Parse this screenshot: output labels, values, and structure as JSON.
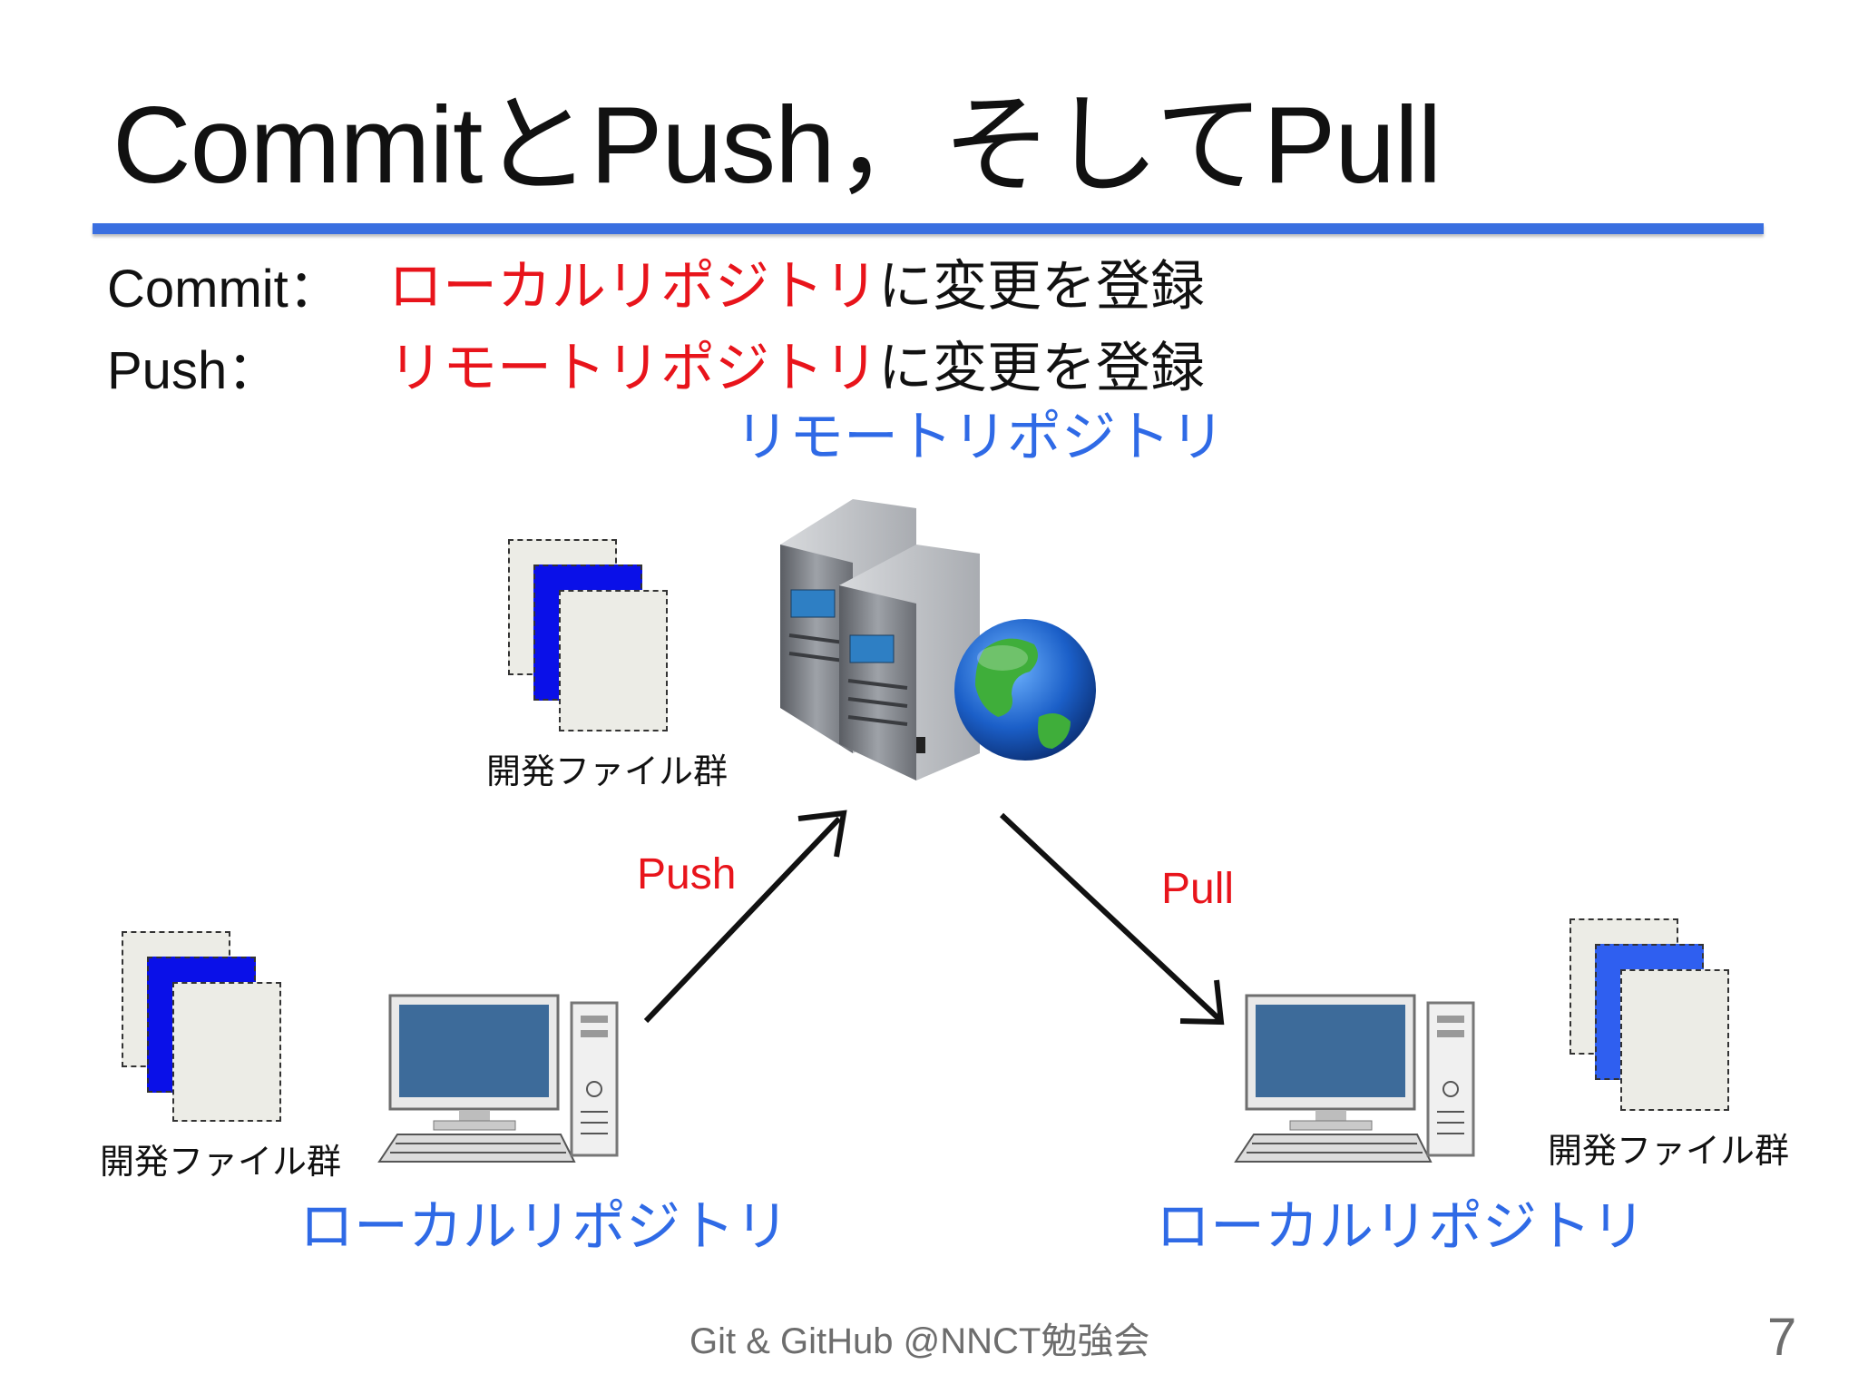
{
  "slide": {
    "title": "CommitとPush，そしてPull",
    "definitions": [
      {
        "term": "Commit：",
        "highlight": "ローカルリポジトリ",
        "rest": "に変更を登録"
      },
      {
        "term": "Push：",
        "highlight": "リモートリポジトリ",
        "rest": "に変更を登録"
      }
    ],
    "diagram": {
      "remote_label": "リモートリポジトリ",
      "local_left_label": "ローカルリポジトリ",
      "local_right_label": "ローカルリポジトリ",
      "files_label_top": "開発ファイル群",
      "files_label_left": "開発ファイル群",
      "files_label_right": "開発ファイル群",
      "push_label": "Push",
      "pull_label": "Pull",
      "icons": [
        "server-icon",
        "globe-icon",
        "computer-icon",
        "file-stack-icon",
        "arrow-icon"
      ]
    },
    "footer": "Git & GitHub @NNCT勉強会",
    "page_number": "7",
    "colors": {
      "accent_rule": "#3a6fe0",
      "highlight_red": "#e8141b",
      "label_blue": "#2f6ae6",
      "file_blue": "#0a10e8"
    }
  }
}
